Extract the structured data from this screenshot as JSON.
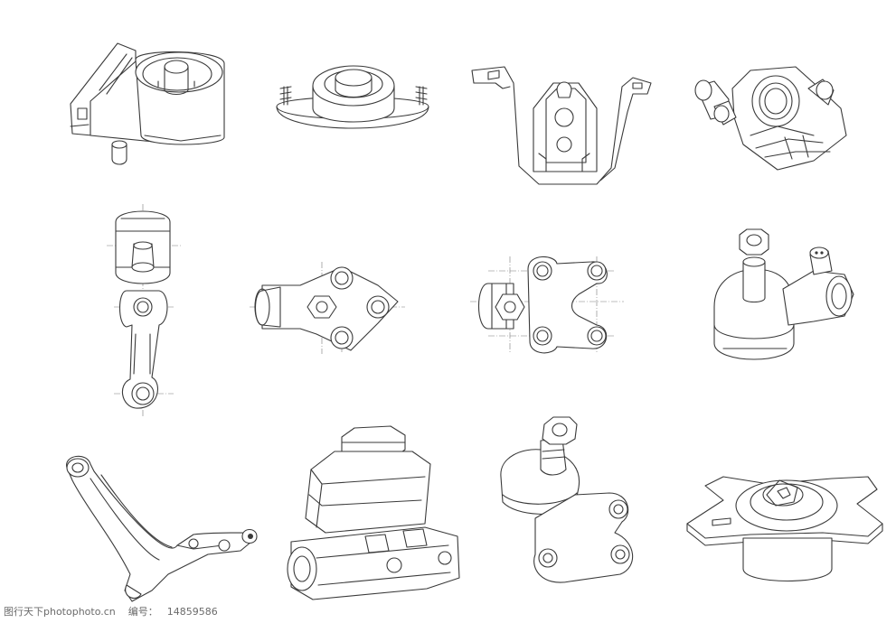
{
  "drawing": {
    "parts": [
      "engine-mount",
      "strut-top-mount",
      "transmission-mount",
      "brake-caliper",
      "pitman-arm",
      "ball-joint-flange-side",
      "ball-joint-flange-top",
      "tie-rod-end",
      "control-arm",
      "brake-master-cylinder",
      "ball-joint-lower",
      "strut-mount-plate"
    ]
  },
  "watermark": {
    "site": "图行天下photophoto.cn",
    "id_label": "编号：",
    "id_value": "14859586"
  }
}
